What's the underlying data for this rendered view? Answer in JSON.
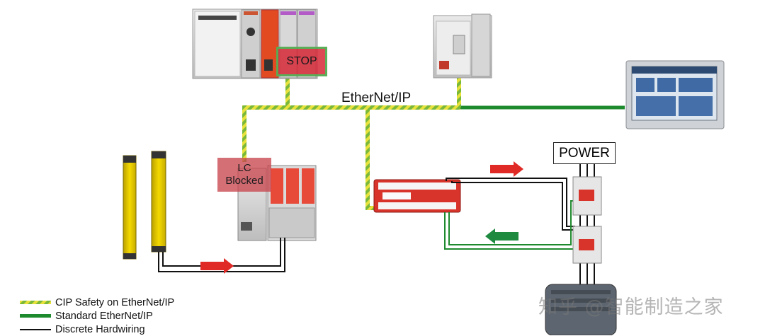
{
  "network_label": "EtherNet/IP",
  "power_label": "POWER",
  "controller_badge": "STOP",
  "io_badge": {
    "line1": "LC",
    "line2": "Blocked"
  },
  "legend": [
    {
      "style": "cip-safety",
      "label": "CIP Safety on EtherNet/IP"
    },
    {
      "style": "standard",
      "label": "Standard EtherNet/IP"
    },
    {
      "style": "discrete",
      "label": "Discrete Hardwiring"
    }
  ],
  "watermark": "知乎 @智能制造之家",
  "colors": {
    "standard_ethernet": "#1e8a2e",
    "cip_safety_green": "#7ab83a",
    "cip_safety_yellow": "#e8e23a",
    "discrete": "#111111",
    "arrow_red": "#e02a26",
    "arrow_green": "#1e8a40",
    "safety_red": "#d9342b"
  }
}
